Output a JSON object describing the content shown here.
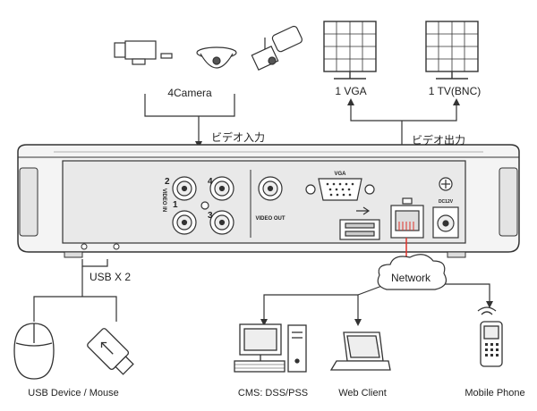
{
  "labels": {
    "camera_count": "4Camera",
    "video_in": "ビデオ入力",
    "video_out": "ビデオ出力",
    "vga_monitor": "1 VGA",
    "tv_monitor": "1 TV(BNC)",
    "usb_count": "USB X 2",
    "network": "Network",
    "usb_device": "USB Device / Mouse",
    "cms": "CMS: DSS/PSS",
    "web_client": "Web Client",
    "mobile_phone": "Mobile Phone"
  },
  "panel": {
    "video_in_label": "VIDEO IN",
    "video_out_label": "VIDEO OUT",
    "vga_port_label": "VGA",
    "dc_label": "DC12V",
    "channels": [
      "1",
      "2",
      "3",
      "4"
    ]
  },
  "colors": {
    "line": "#333333",
    "body_fill": "#f4f4f4",
    "panel_fill": "#e9e9e9",
    "network_link": "#e0322a"
  }
}
